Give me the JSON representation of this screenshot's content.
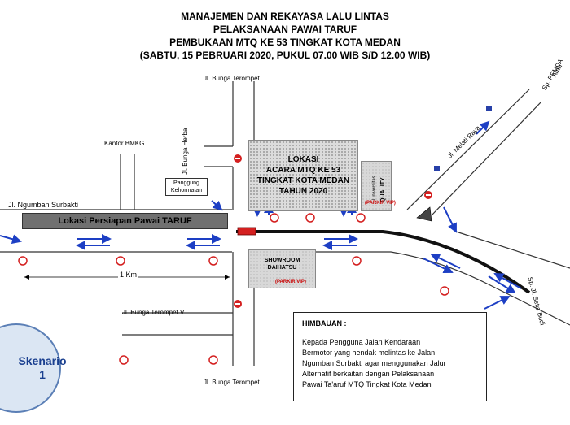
{
  "title": {
    "line1": "MANAJEMEN DAN REKAYASA LALU LINTAS",
    "line2": "PELAKSANAAN PAWAI TARUF",
    "line3": "PEMBUKAAN MTQ KE 53 TINGKAT KOTA MEDAN",
    "line4": "(SABTU, 15 PEBRUARI 2020, PUKUL 07.00 WIB S/D 12.00 WIB)"
  },
  "streets": {
    "bunga_terompet_top": "Jl. Bunga Terompet",
    "bunga_herba": "Jl. Bunga Herba",
    "kantor_bmkg": "Kantor BMKG",
    "ngumban_surbakti": "Jl. Ngumban Surbakti",
    "melati_raya": "Jl. Melati Raya",
    "arah": "Arah",
    "sp_pemda": "Sp. PEMDA",
    "bunga_terompet_v": "Jl. Bunga Terompet V",
    "bunga_terompet_bottom": "Jl. Bunga Terompet",
    "setia_budi": "Sp. Jl. Setia Budi"
  },
  "places": {
    "lokasi": [
      "LOKASI",
      "ACARA MTQ KE 53",
      "TINGKAT KOTA MEDAN",
      "TAHUN 2020"
    ],
    "persiapan": "Lokasi Persiapan Pawai TARUF",
    "panggung": [
      "Panggung",
      "Kehormatan"
    ],
    "universitas": "Universitas",
    "quality": "QUALITY",
    "parkir": "(PARKIR VIP)",
    "showroom": [
      "SHOWROOM",
      "DAIHATSU"
    ],
    "parkir2": "(PARKIR VIP)"
  },
  "distance": "1 Km",
  "skenario": [
    "Skenario",
    "1"
  ],
  "himbauan": {
    "title": "HIMBAUAN :",
    "lines": [
      "Kepada Pengguna Jalan Kendaraan",
      "Bermotor yang hendak melintas ke Jalan",
      "Ngumban Surbakti agar menggunakan Jalur",
      "Alternatif berkaitan dengan Pelaksanaan",
      "Pawai Ta'aruf MTQ Tingkat Kota Medan"
    ]
  },
  "colors": {
    "road_edge": "#333333",
    "arrow": "#1d3fc4",
    "sign_red": "#d42020",
    "closed_road": "#111111"
  }
}
